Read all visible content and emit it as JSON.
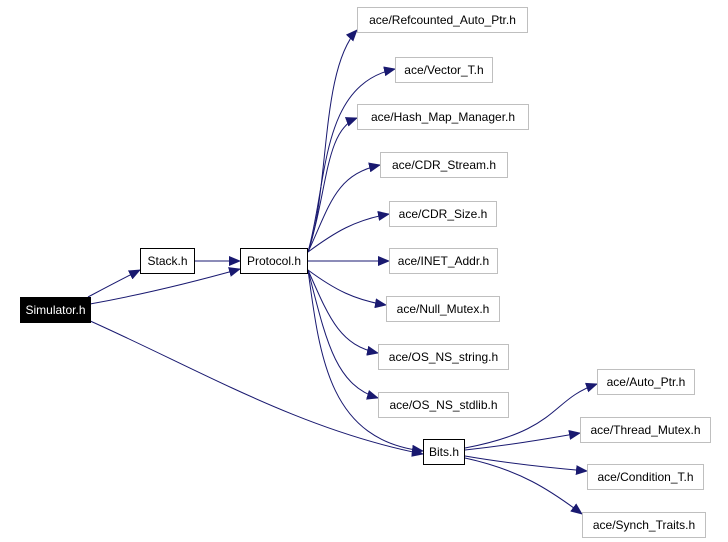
{
  "colors": {
    "edge": "#191970",
    "root_bg": "#000000",
    "root_text": "#ffffff",
    "local_border": "#000000",
    "external_border": "#bfbfbf"
  },
  "nodes": {
    "simulator": "Simulator.h",
    "stack": "Stack.h",
    "protocol": "Protocol.h",
    "bits": "Bits.h",
    "refcounted_auto_ptr": "ace/Refcounted_Auto_Ptr.h",
    "vector_t": "ace/Vector_T.h",
    "hash_map_manager": "ace/Hash_Map_Manager.h",
    "cdr_stream": "ace/CDR_Stream.h",
    "cdr_size": "ace/CDR_Size.h",
    "inet_addr": "ace/INET_Addr.h",
    "null_mutex": "ace/Null_Mutex.h",
    "os_ns_string": "ace/OS_NS_string.h",
    "os_ns_stdlib": "ace/OS_NS_stdlib.h",
    "auto_ptr": "ace/Auto_Ptr.h",
    "thread_mutex": "ace/Thread_Mutex.h",
    "condition_t": "ace/Condition_T.h",
    "synch_traits": "ace/Synch_Traits.h"
  },
  "edges": [
    [
      "simulator",
      "stack"
    ],
    [
      "simulator",
      "protocol"
    ],
    [
      "simulator",
      "bits"
    ],
    [
      "stack",
      "protocol"
    ],
    [
      "protocol",
      "refcounted_auto_ptr"
    ],
    [
      "protocol",
      "vector_t"
    ],
    [
      "protocol",
      "hash_map_manager"
    ],
    [
      "protocol",
      "cdr_stream"
    ],
    [
      "protocol",
      "cdr_size"
    ],
    [
      "protocol",
      "inet_addr"
    ],
    [
      "protocol",
      "null_mutex"
    ],
    [
      "protocol",
      "os_ns_string"
    ],
    [
      "protocol",
      "os_ns_stdlib"
    ],
    [
      "protocol",
      "bits"
    ],
    [
      "bits",
      "auto_ptr"
    ],
    [
      "bits",
      "thread_mutex"
    ],
    [
      "bits",
      "condition_t"
    ],
    [
      "bits",
      "synch_traits"
    ]
  ]
}
